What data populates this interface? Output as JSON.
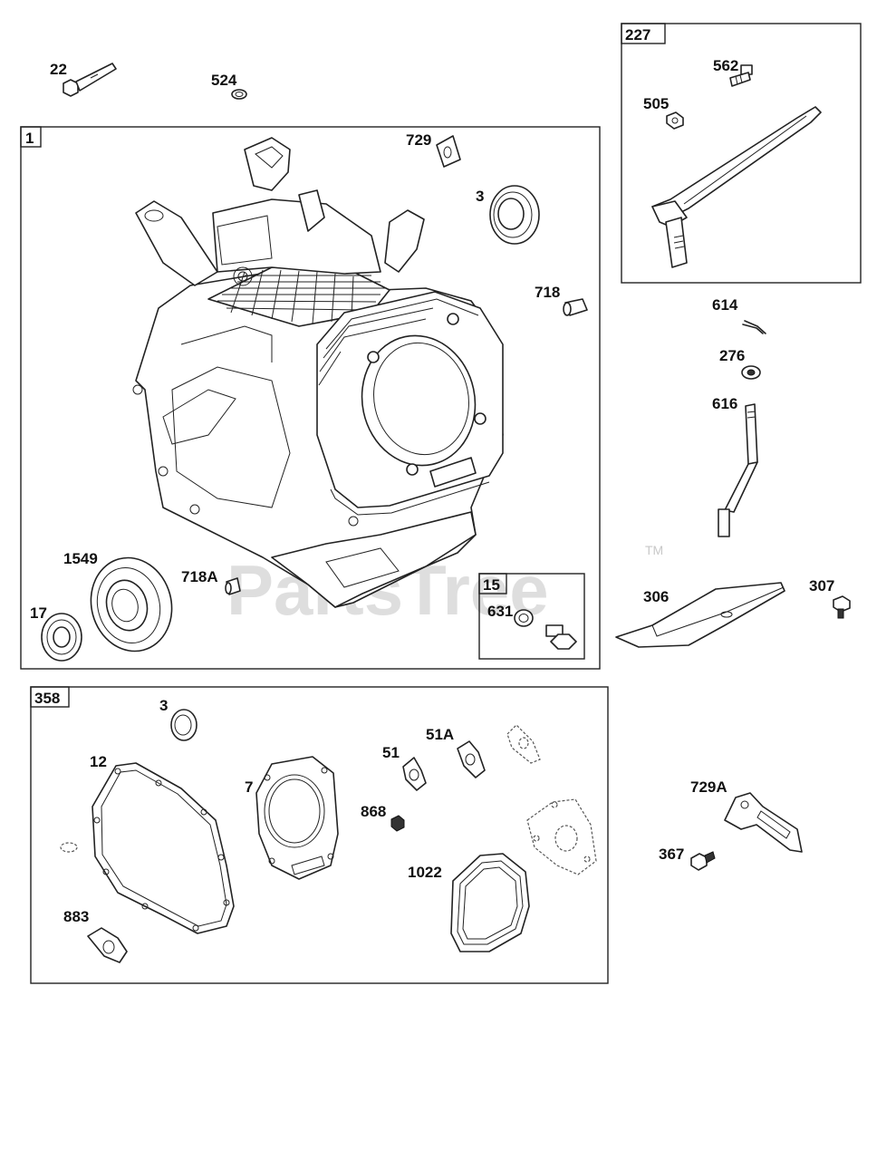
{
  "watermark": {
    "text": "PartsTree",
    "tm": "TM"
  },
  "boxes": {
    "b1": "1",
    "b227": "227",
    "b15": "15",
    "b358": "358"
  },
  "labels": {
    "p22": "22",
    "p524": "524",
    "p729": "729",
    "p3a": "3",
    "p718": "718",
    "p1549": "1549",
    "p718a": "718A",
    "p17": "17",
    "p631": "631",
    "p562": "562",
    "p505": "505",
    "p614": "614",
    "p276": "276",
    "p616": "616",
    "p306": "306",
    "p307": "307",
    "p3b": "3",
    "p12": "12",
    "p7": "7",
    "p51": "51",
    "p51a": "51A",
    "p868": "868",
    "p1022": "1022",
    "p883": "883",
    "p729a": "729A",
    "p367": "367"
  }
}
